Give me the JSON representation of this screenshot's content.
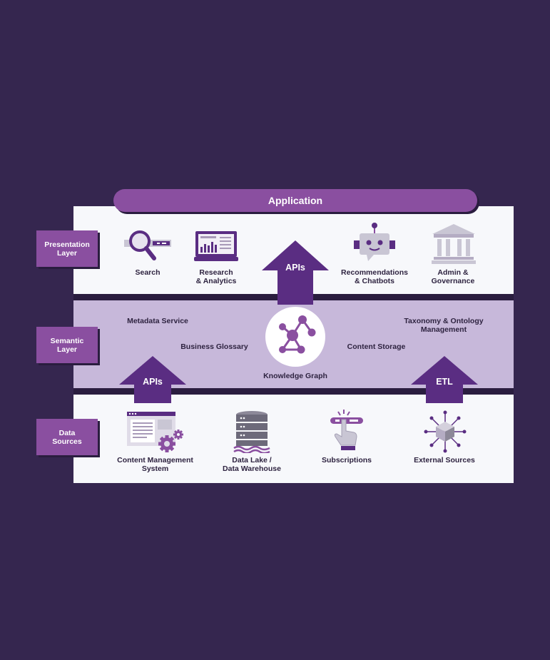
{
  "application": {
    "label": "Application"
  },
  "layers": {
    "presentation": "Presentation\nLayer",
    "semantic": "Semantic\nLayer",
    "data": "Data\nSources"
  },
  "presentation_items": {
    "search": "Search",
    "research": "Research\n& Analytics",
    "recommendations": "Recommendations\n& Chatbots",
    "admin": "Admin &\nGovernance"
  },
  "semantic_items": {
    "metadata": "Metadata Service",
    "taxonomy": "Taxonomy & Ontology\nManagement",
    "glossary": "Business Glossary",
    "storage": "Content Storage",
    "knowledge_graph": "Knowledge Graph"
  },
  "data_items": {
    "cms": "Content Management\nSystem",
    "lake": "Data Lake /\nData Warehouse",
    "subscriptions": "Subscriptions",
    "external": "External Sources"
  },
  "arrows": {
    "top_apis": "APIs",
    "bottom_apis": "APIs",
    "etl": "ETL"
  },
  "colors": {
    "background": "#35264f",
    "purple": "#8a4fa0",
    "dark_purple": "#5a2d82",
    "lavender": "#c7b8da",
    "band": "#f7f8fb"
  }
}
